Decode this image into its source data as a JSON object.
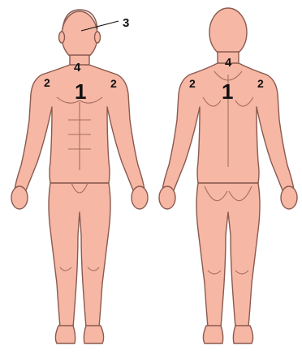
{
  "diagram": {
    "skin_color": "#f6b7a4",
    "outline_color": "#8a5a50",
    "label_color": "#111111",
    "front_figure": {
      "labels": {
        "torso": "1",
        "left_shoulder": "2",
        "right_shoulder": "2",
        "head": "3",
        "neck": "4"
      }
    },
    "back_figure": {
      "labels": {
        "back": "1",
        "left_shoulder": "2",
        "right_shoulder": "2",
        "neck": "4"
      }
    }
  }
}
